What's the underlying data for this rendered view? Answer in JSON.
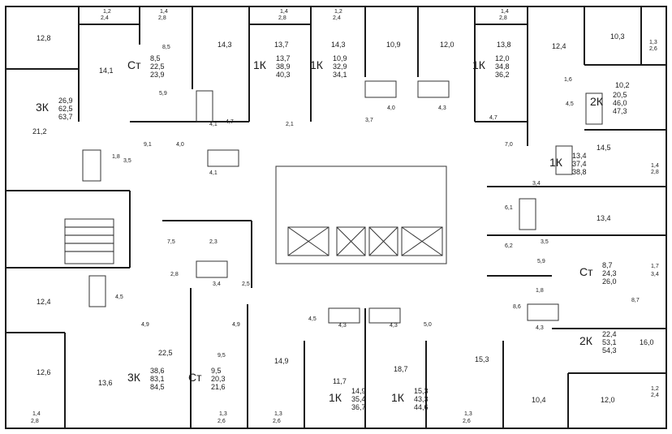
{
  "apartments": [
    {
      "id": "a1",
      "type": "3К",
      "area": [
        "26,9",
        "62,5",
        "63,7"
      ]
    },
    {
      "id": "a2",
      "type": "Ст",
      "area": [
        "8,5",
        "22,5",
        "23,9"
      ]
    },
    {
      "id": "a3",
      "type": "1К",
      "area": [
        "13,7",
        "38,9",
        "40,3"
      ]
    },
    {
      "id": "a4",
      "type": "1К",
      "area": [
        "10,9",
        "32,9",
        "34,1"
      ]
    },
    {
      "id": "a5",
      "type": "1К",
      "area": [
        "12,0",
        "34,8",
        "36,2"
      ]
    },
    {
      "id": "a6",
      "type": "2К",
      "area": [
        "20,5",
        "46,0",
        "47,3"
      ]
    },
    {
      "id": "a7",
      "type": "1К",
      "area": [
        "13,4",
        "37,4",
        "38,8"
      ]
    },
    {
      "id": "a8",
      "type": "Ст",
      "area": [
        "8,7",
        "24,3",
        "26,0"
      ]
    },
    {
      "id": "a9",
      "type": "2К",
      "area": [
        "22,4",
        "53,1",
        "54,3"
      ]
    },
    {
      "id": "a10",
      "type": "1К",
      "area": [
        "15,3",
        "43,3",
        "44,6"
      ]
    },
    {
      "id": "a11",
      "type": "1К",
      "area": [
        "14,9",
        "35,4",
        "36,7"
      ]
    },
    {
      "id": "a12",
      "type": "Ст",
      "area": [
        "9,5",
        "20,3",
        "21,6"
      ]
    },
    {
      "id": "a13",
      "type": "3К",
      "area": [
        "38,6",
        "83,1",
        "84,5"
      ]
    }
  ],
  "rooms": [
    "12,8",
    "14,1",
    "8,5",
    "14,3",
    "13,7",
    "14,3",
    "10,9",
    "12,0",
    "13,8",
    "12,4",
    "10,3",
    "1,2",
    "2,4",
    "1,4",
    "2,8",
    "1,4",
    "2,8",
    "1,2",
    "2,4",
    "1,4",
    "2,8",
    "1,3",
    "2,6",
    "21,2",
    "5,9",
    "9,1",
    "4,0",
    "4,1",
    "4,1",
    "4,7",
    "2,1",
    "3,7",
    "4,0",
    "4,3",
    "4,7",
    "1,6",
    "10,2",
    "4,5",
    "7,0",
    "14,5",
    "1,4",
    "2,8",
    "3,5",
    "1,8",
    "3,4",
    "13,4",
    "6,1",
    "6,2",
    "3,5",
    "5,9",
    "1,7",
    "3,4",
    "8,7",
    "1,8",
    "8,6",
    "4,3",
    "16,0",
    "1,2",
    "2,4",
    "12,0",
    "10,4",
    "5,0",
    "15,3",
    "18,7",
    "11,7",
    "4,5",
    "4,3",
    "4,3",
    "14,9",
    "2,5",
    "4,9",
    "9,5",
    "3,4",
    "2,8",
    "2,3",
    "7,5",
    "12,4",
    "4,5",
    "4,9",
    "22,5",
    "12,6",
    "13,6",
    "1,4",
    "2,8",
    "1,3",
    "2,6",
    "1,3",
    "2,6",
    "1,3",
    "2,6"
  ]
}
